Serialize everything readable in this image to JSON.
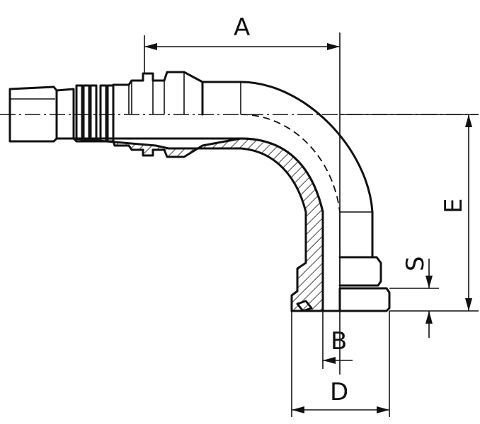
{
  "dimensions": {
    "a": "A",
    "b": "B",
    "d": "D",
    "e": "E",
    "s": "S"
  },
  "icons": {
    "part": "elbow-fitting-90-drawing"
  }
}
